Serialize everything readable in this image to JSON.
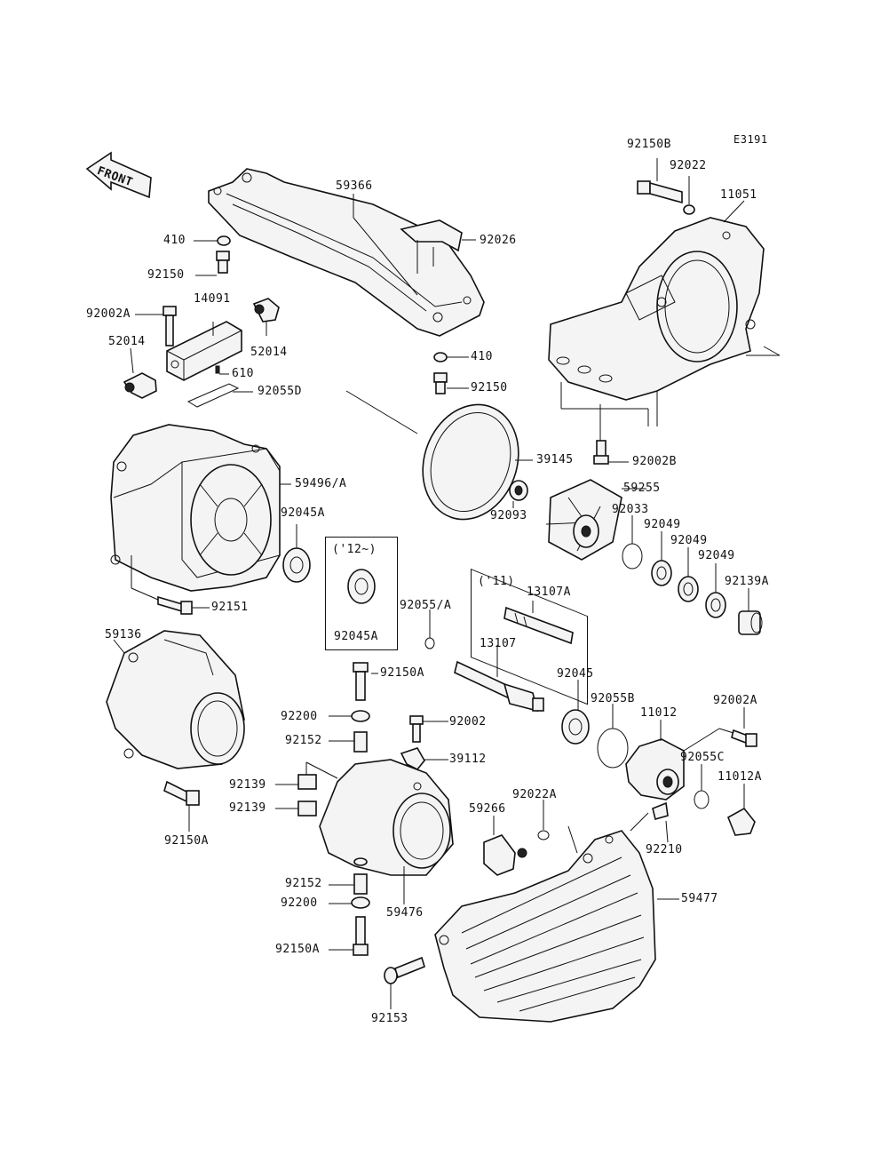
{
  "diagram_code": "E3191",
  "front_label": "FRONT",
  "variant_boxes": {
    "box_12": "('12~)",
    "box_11": "('11)"
  },
  "labels": {
    "l_92150B": "92150B",
    "l_92022": "92022",
    "l_11051": "11051",
    "l_59366": "59366",
    "l_92026": "92026",
    "l_410a": "410",
    "l_92150a": "92150",
    "l_14091": "14091",
    "l_92002A_a": "92002A",
    "l_52014a": "52014",
    "l_52014b": "52014",
    "l_610": "610",
    "l_92055D": "92055D",
    "l_410b": "410",
    "l_92150b": "92150",
    "l_39145": "39145",
    "l_92002B": "92002B",
    "l_59496A": "59496/A",
    "l_59255": "59255",
    "l_92045A_a": "92045A",
    "l_92093": "92093",
    "l_92033": "92033",
    "l_92049a": "92049",
    "l_92049b": "92049",
    "l_92049c": "92049",
    "l_92139A": "92139A",
    "l_92151": "92151",
    "l_92045A_b": "92045A",
    "l_92055A": "92055/A",
    "l_13107A": "13107A",
    "l_59136": "59136",
    "l_13107": "13107",
    "l_92150A_a": "92150A",
    "l_92045": "92045",
    "l_92055B": "92055B",
    "l_11012": "11012",
    "l_92002A_b": "92002A",
    "l_92200a": "92200",
    "l_92002": "92002",
    "l_92152a": "92152",
    "l_39112": "39112",
    "l_92055C": "92055C",
    "l_92139a": "92139",
    "l_92139b": "92139",
    "l_92022A": "92022A",
    "l_11012A": "11012A",
    "l_59266": "59266",
    "l_92210": "92210",
    "l_92150A_b": "92150A",
    "l_92152b": "92152",
    "l_59477": "59477",
    "l_92200b": "92200",
    "l_59476": "59476",
    "l_92150A_c": "92150A",
    "l_92153": "92153"
  }
}
